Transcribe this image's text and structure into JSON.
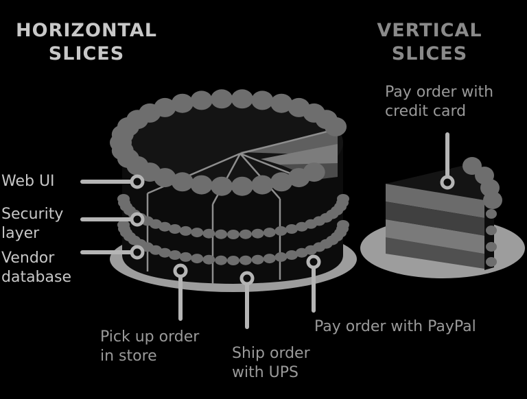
{
  "headings": {
    "horizontal": [
      "HORIZONTAL",
      "SLICES"
    ],
    "vertical": [
      "VERTICAL",
      "SLICES"
    ]
  },
  "layer_labels": {
    "web_ui": [
      "Web UI"
    ],
    "security": [
      "Security",
      "layer"
    ],
    "vendor": [
      "Vendor",
      "database"
    ]
  },
  "slice_labels": {
    "pickup": [
      "Pick up order",
      "in store"
    ],
    "ship": [
      "Ship order",
      "with UPS"
    ],
    "paypal": [
      "Pay order with PayPal"
    ],
    "credit": [
      "Pay order with",
      "credit card"
    ]
  },
  "colors": {
    "background": "#000000",
    "heading_horizontal": "#c8c8c8",
    "heading_vertical": "#8a8a8a",
    "plate": "#9d9d9d",
    "frosting": "#6e6e6e",
    "cake_body": "#0c0c0c",
    "callout": "#b5b5b5"
  }
}
